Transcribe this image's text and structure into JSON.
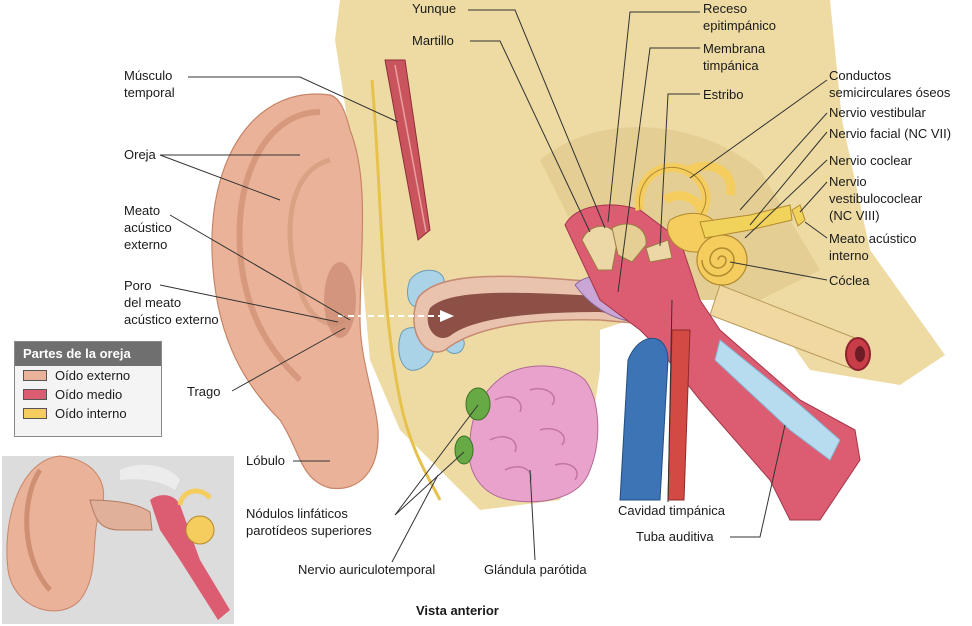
{
  "colors": {
    "outer_ear": "#eab399",
    "middle_ear": "#dc5d72",
    "inner_ear": "#f4cd5e",
    "bone": "#eddba3",
    "muscle": "#c9545e",
    "gland": "#e9a2cc",
    "node": "#66a945",
    "cartilage": "#aad3e8",
    "artery": "#d34a45",
    "vein": "#3c74b6",
    "leader": "#333333"
  },
  "labels": {
    "yunque": "Yunque",
    "martillo": "Martillo",
    "receso": "Receso\nepitimpánico",
    "membrana": "Membrana\ntimpánica",
    "estribo": "Estribo",
    "conductos": "Conductos\nsemicirculares óseos",
    "nervio_vestibular": "Nervio vestibular",
    "nervio_facial": "Nervio facial (NC VII)",
    "nervio_coclear": "Nervio coclear",
    "nervio_vestibulococlear": "Nervio\nvestibulococlear\n(NC VIII)",
    "meato_interno": "Meato acústico\ninterno",
    "coclea": "Cóclea",
    "musculo_temporal": "Músculo\ntemporal",
    "oreja": "Oreja",
    "meato_externo": "Meato\nacústico\nexterno",
    "poro": "Poro\ndel meato\nacústico externo",
    "trago": "Trago",
    "lobulo": "Lóbulo",
    "nodulos": "Nódulos linfáticos\nparotídeos superiores",
    "nervio_auriculotemporal": "Nervio auriculotemporal",
    "glandula": "Glándula parótida",
    "cavidad": "Cavidad timpánica",
    "tuba": "Tuba auditiva"
  },
  "caption": "Vista anterior",
  "legend": {
    "title": "Partes de la oreja",
    "items": [
      {
        "label": "Oído externo",
        "color": "#eab399"
      },
      {
        "label": "Oído medio",
        "color": "#dc5d72"
      },
      {
        "label": "Oído interno",
        "color": "#f4cd5e"
      }
    ]
  }
}
